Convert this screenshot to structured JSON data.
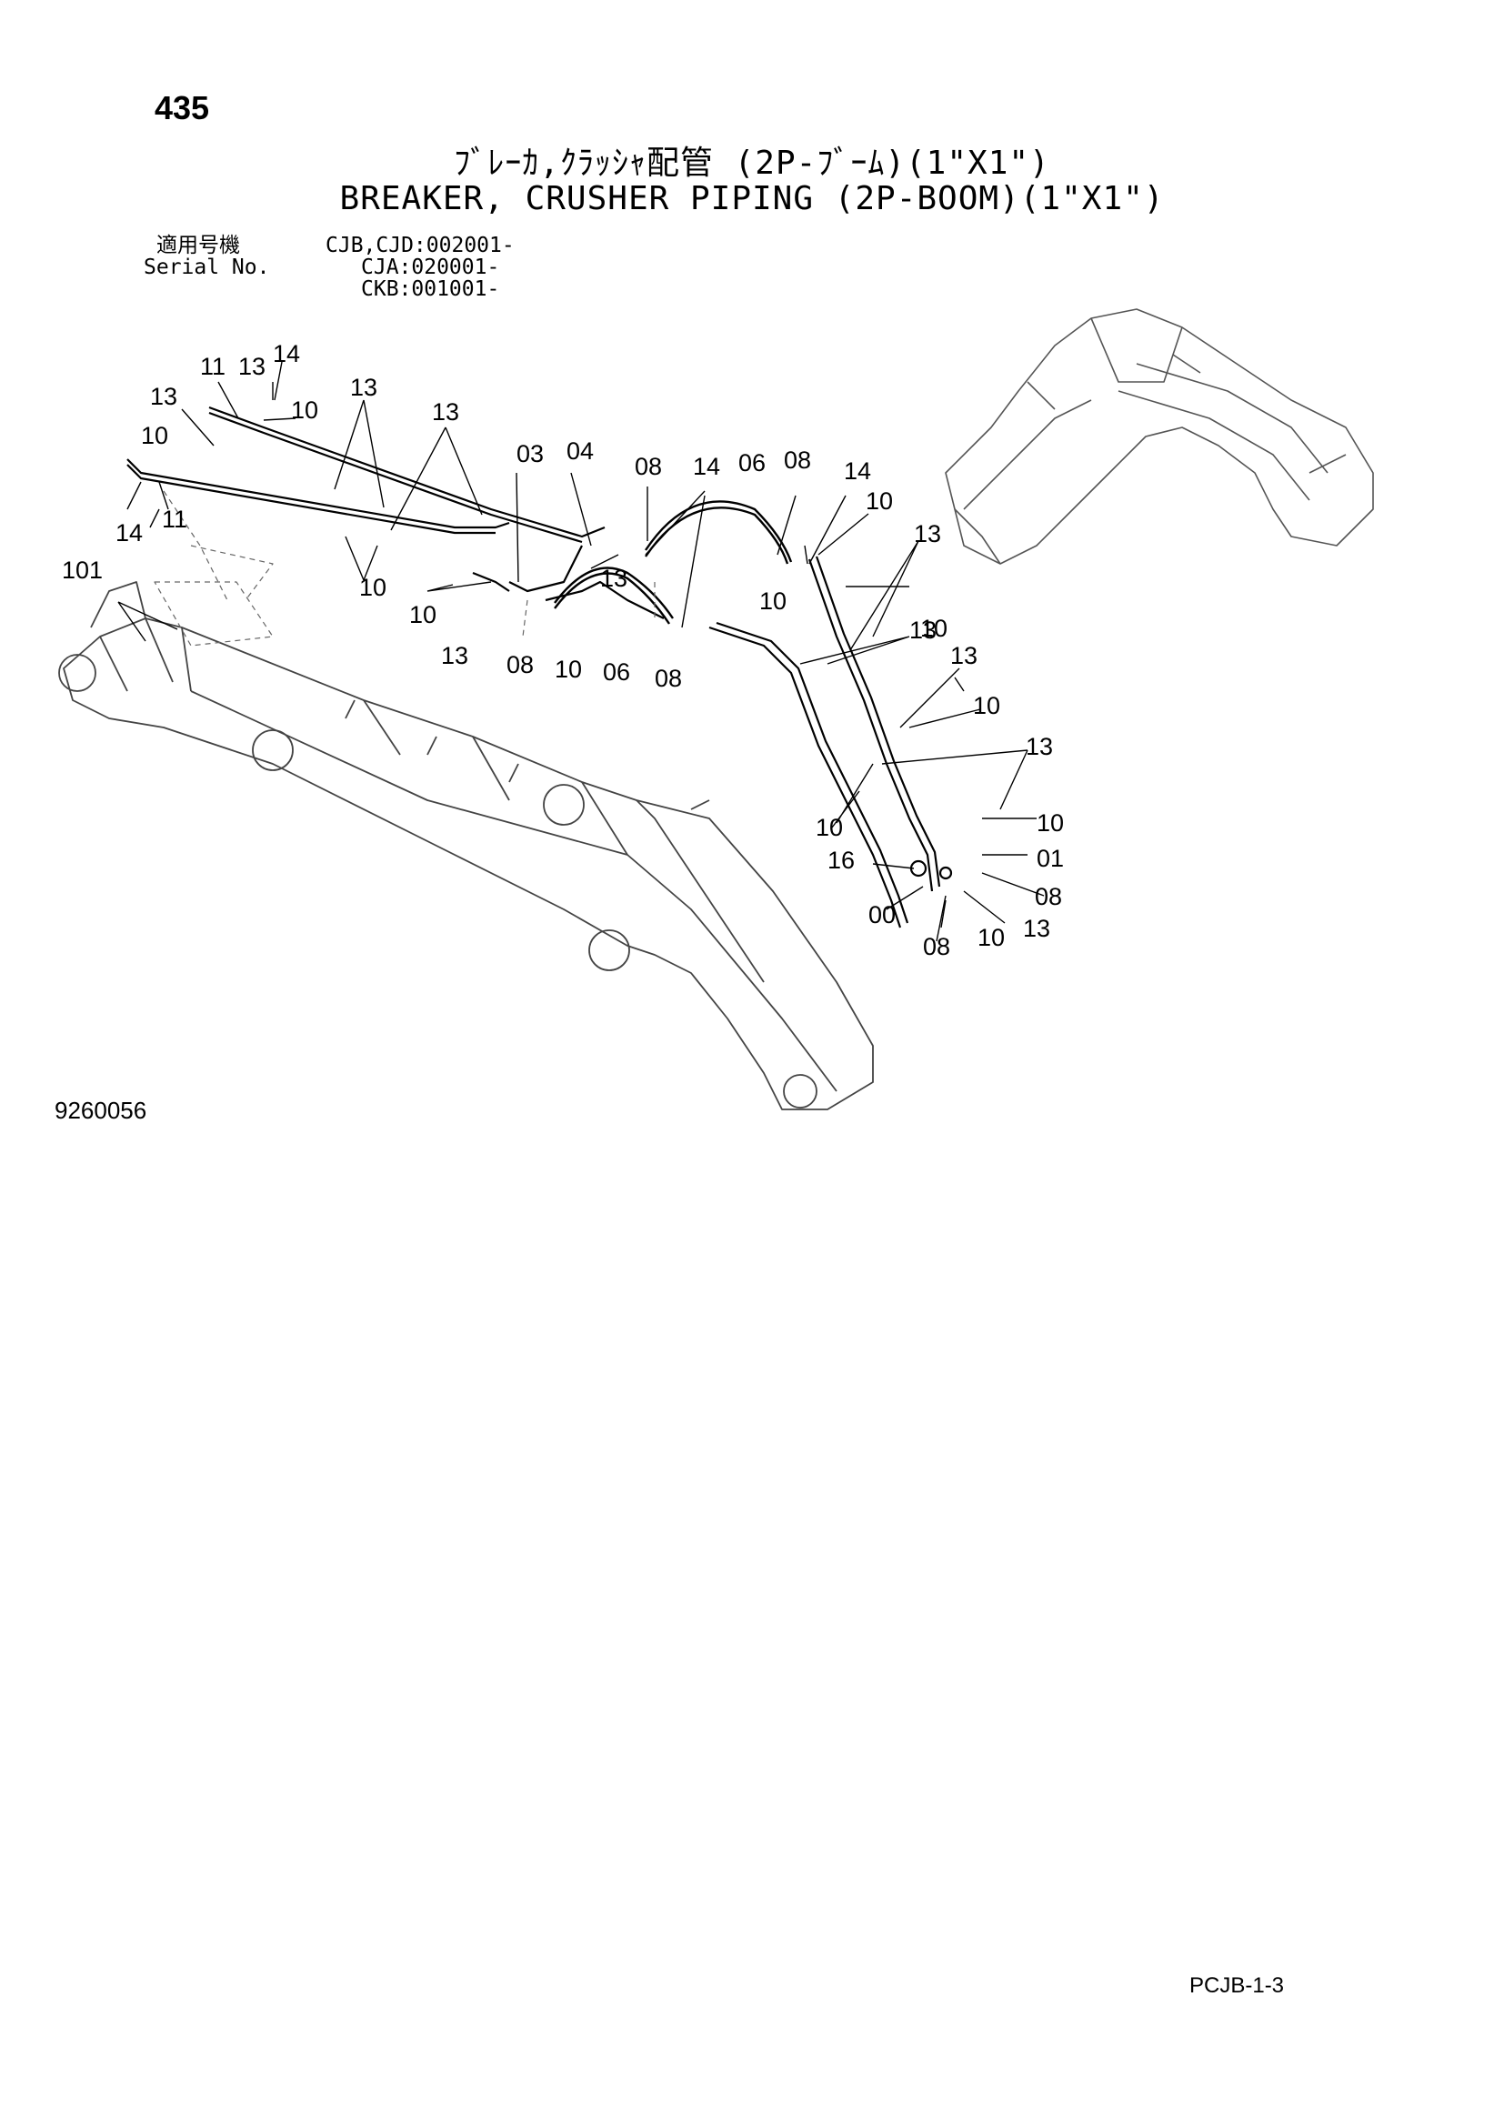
{
  "page_number": "435",
  "title_jp": "ﾌﾞﾚｰｶ,ｸﾗｯｼｬ配管 (2P-ﾌﾞｰﾑ)(1\"X1\")",
  "title_en": "BREAKER, CRUSHER PIPING (2P-BOOM)(1\"X1\")",
  "serial": {
    "label_jp": "適用号機",
    "label_en": "Serial No.",
    "lines": [
      "CJB,CJD:002001-",
      "CJA:020001-",
      "CKB:001001-"
    ]
  },
  "diagram": {
    "callouts": [
      "11",
      "13",
      "14",
      "13",
      "10",
      "13",
      "13",
      "10",
      "14",
      "11",
      "13",
      "03",
      "04",
      "08",
      "14",
      "06",
      "08",
      "14",
      "10",
      "13",
      "10",
      "10",
      "13",
      "08",
      "10",
      "06",
      "08",
      "10",
      "13",
      "10",
      "13",
      "10",
      "13",
      "10",
      "10",
      "01",
      "16",
      "08",
      "00",
      "08",
      "10",
      "13",
      "101"
    ]
  },
  "doc_id": "9260056",
  "page_code": "PCJB-1-3"
}
